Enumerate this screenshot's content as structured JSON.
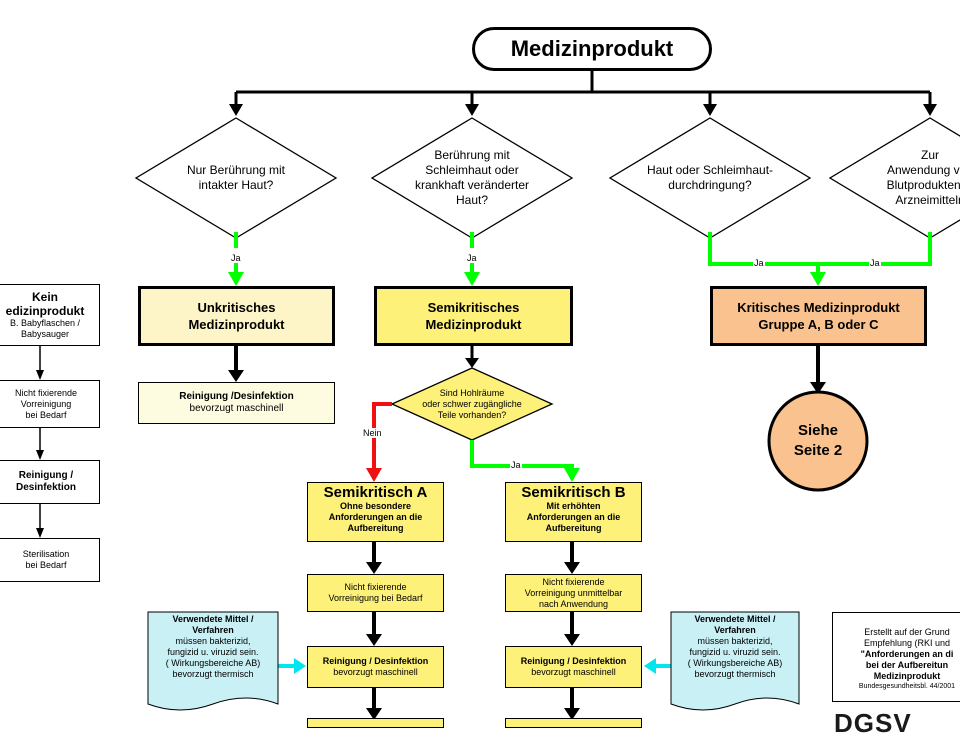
{
  "colors": {
    "light_yellow": "#fdf5c8",
    "pale_yellow": "#fdfbe0",
    "yellow": "#fdf17a",
    "orange": "#f9c28f",
    "cyan": "#c9f0f5",
    "green_arrow": "#00ff00",
    "red_arrow": "#ee1111",
    "cyan_arrow": "#00e5ee"
  },
  "title": "Medizinprodukt",
  "decisions": {
    "d1": [
      "Nur Berührung mit",
      "intakter Haut?"
    ],
    "d2": [
      "Berührung mit",
      "Schleimhaut oder",
      "krankhaft veränderter",
      "Haut?"
    ],
    "d3": [
      "Haut oder Schleimhaut-",
      "durchdringung?"
    ],
    "d4": [
      "Zur",
      "Anwendung von",
      "Blutprodukten, s",
      "Arzneimitteln"
    ],
    "d5": [
      "Sind Hohlräume",
      "oder schwer zugängliche",
      "Teile vorhanden?"
    ]
  },
  "labels": {
    "ja": "Ja",
    "nein": "Nein"
  },
  "left_column": {
    "kein": [
      "Kein",
      "edizinprodukt",
      "B. Babyflaschen /",
      "Babysauger"
    ],
    "vorreinigung": [
      "Nicht fixierende",
      "Vorreinigung",
      "bei Bedarf"
    ],
    "reinigung": [
      "Reinigung /",
      "Desinfektion"
    ],
    "sterilisation": [
      "Sterilisation",
      "bei Bedarf"
    ]
  },
  "unkritisch": {
    "title": [
      "Unkritisches",
      "Medizinprodukt"
    ],
    "reinigung": [
      "Reinigung /Desinfektion",
      "bevorzugt maschinell"
    ]
  },
  "semikritisch": {
    "title": [
      "Semikritisches",
      "Medizinprodukt"
    ]
  },
  "kritisch": {
    "title": [
      "Kritisches Medizinprodukt",
      "Gruppe A, B oder C"
    ],
    "circle": [
      "Siehe",
      "Seite 2"
    ]
  },
  "semi_a": {
    "title": "Semikritisch A",
    "sub": [
      "Ohne besondere",
      "Anforderungen an die",
      "Aufbereitung"
    ],
    "vor": [
      "Nicht fixierende",
      "Vorreinigung bei Bedarf"
    ],
    "rein": [
      "Reinigung / Desinfektion",
      "bevorzugt maschinell"
    ]
  },
  "semi_b": {
    "title": "Semikritisch B",
    "sub": [
      "Mit erhöhten",
      "Anforderungen an die",
      "Aufbereitung"
    ],
    "vor": [
      "Nicht fixierende",
      "Vorreinigung unmittelbar",
      "nach Anwendung"
    ],
    "rein": [
      "Reinigung / Desinfektion",
      "bevorzugt maschinell"
    ]
  },
  "mittel_note": {
    "title": [
      "Verwendete Mittel /",
      "Verfahren"
    ],
    "body": [
      "müssen bakterizid,",
      "fungizid u. viruzid sein.",
      "( Wirkungsbereiche AB)",
      "bevorzugt thermisch"
    ]
  },
  "source_note": {
    "lines": [
      "Erstellt auf der Grund",
      "Empfehlung (RKI und",
      "\"Anforderungen an di",
      "bei der Aufbereitun",
      "Medizinprodukt"
    ],
    "citation": "Bundesgesundheitsbl. 44/2001"
  },
  "logo": "DGSV"
}
